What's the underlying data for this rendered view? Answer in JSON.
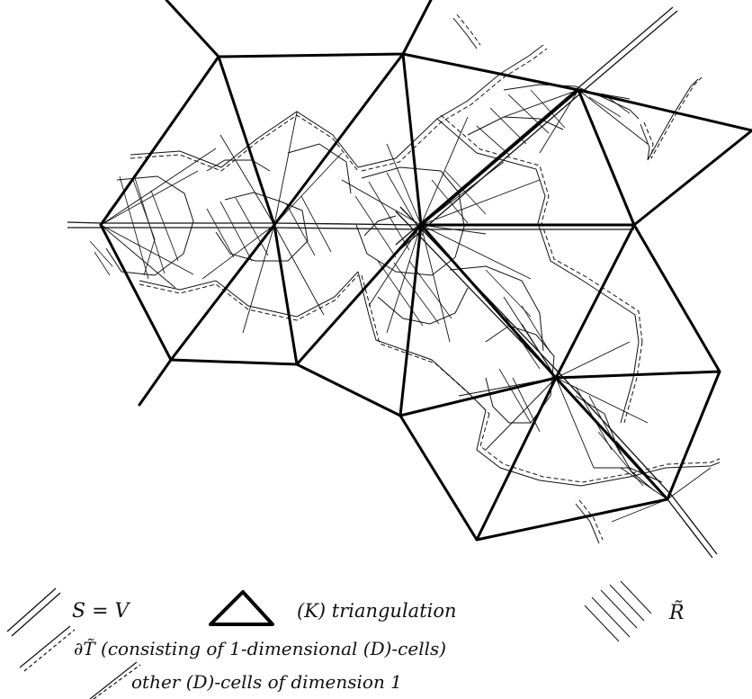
{
  "legend": {
    "s_equals_v": "S = V",
    "triangulation": "(K) triangulation",
    "r_tilde": "R̃",
    "boundary_t": "∂T̃ (consisting of 1-dimensional (D)-cells)",
    "other_cells": "other (D)-cells of dimension 1"
  },
  "colors": {
    "ink": "#111111",
    "background": "#ffffff"
  }
}
